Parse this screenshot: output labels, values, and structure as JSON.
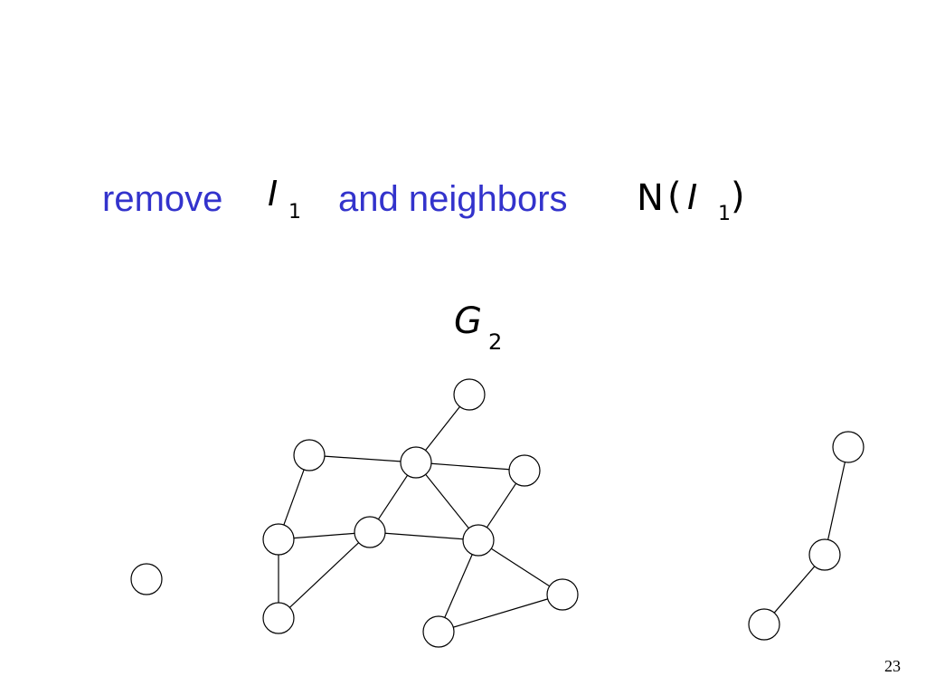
{
  "slide": {
    "text_remove": "remove",
    "symbol_I": "I",
    "sub_one_a": "1",
    "text_and_neighbors": "and neighbors",
    "symbol_N": "N",
    "paren_open": "(",
    "symbol_I2": "I",
    "sub_one_b": "1",
    "paren_close": ")",
    "graph_symbol": "G",
    "graph_sub": "2",
    "page_number": "23"
  },
  "colors": {
    "accent_text": "#3333cc",
    "node_stroke": "#000000",
    "node_fill": "#ffffff"
  }
}
